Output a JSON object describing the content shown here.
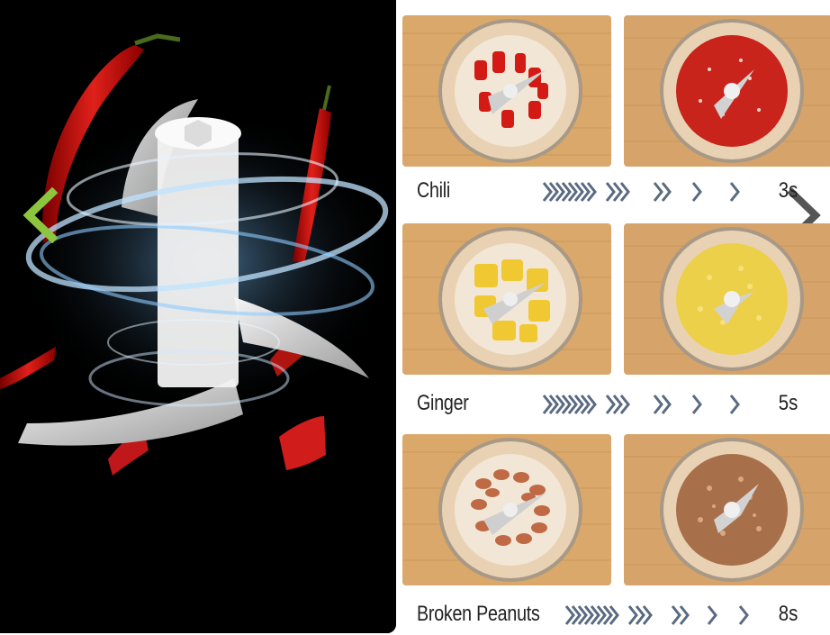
{
  "navigation": {
    "prev_icon": "chevron-left-icon",
    "next_icon": "chevron-right-icon",
    "prev_color": "#8cc63f",
    "next_color": "#555555"
  },
  "hero": {
    "description_icon": "spinning-blade-illustration"
  },
  "steps": [
    {
      "label": "Chili",
      "time": "3s"
    },
    {
      "label": "Ginger",
      "time": "5s"
    },
    {
      "label": "Broken Peanuts",
      "time": "8s"
    }
  ],
  "colors": {
    "background": "#000000",
    "chevron": "#5a6a80",
    "wood": "#d9a86a"
  }
}
